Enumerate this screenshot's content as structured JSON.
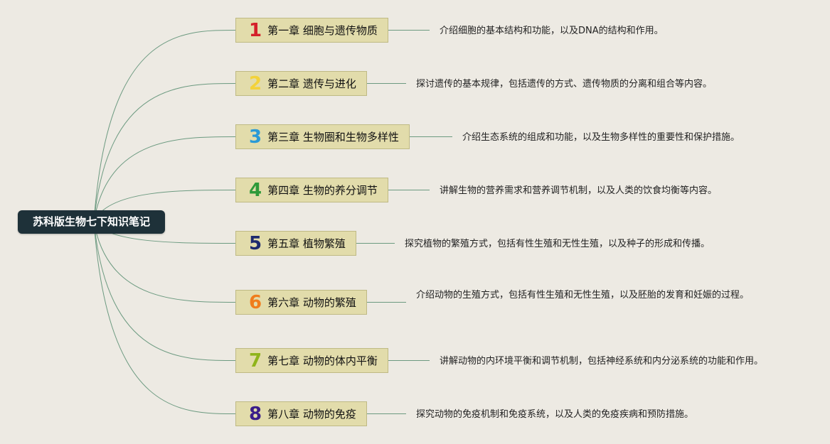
{
  "root": {
    "label": "苏科版生物七下知识笔记"
  },
  "chapters": [
    {
      "num": "1",
      "color": "#d4202a",
      "title": "第一章 细胞与遗传物质",
      "desc": "介绍细胞的基本结构和功能，以及DNA的结构和作用。"
    },
    {
      "num": "2",
      "color": "#f3d23a",
      "title": "第二章 遗传与进化",
      "desc": "探讨遗传的基本规律，包括遗传的方式、遗传物质的分离和组合等内容。"
    },
    {
      "num": "3",
      "color": "#2b9ad6",
      "title": "第三章 生物圈和生物多样性",
      "desc": "介绍生态系统的组成和功能，以及生物多样性的重要性和保护措施。"
    },
    {
      "num": "4",
      "color": "#2e9a3a",
      "title": "第四章 生物的养分调节",
      "desc": "讲解生物的营养需求和营养调节机制，以及人类的饮食均衡等内容。"
    },
    {
      "num": "5",
      "color": "#1d2a6e",
      "title": "第五章 植物繁殖",
      "desc": "探究植物的繁殖方式，包括有性生殖和无性生殖，以及种子的形成和传播。"
    },
    {
      "num": "6",
      "color": "#f07d1c",
      "title": "第六章 动物的繁殖",
      "desc": "介绍动物的生殖方式，包括有性生殖和无性生殖，以及胚胎的发育和妊娠的过程。"
    },
    {
      "num": "7",
      "color": "#8fb41b",
      "title": "第七章 动物的体内平衡",
      "desc": "讲解动物的内环境平衡和调节机制，包括神经系统和内分泌系统的功能和作用。"
    },
    {
      "num": "8",
      "color": "#3a1d8a",
      "title": "第八章 动物的免疫",
      "desc": "探究动物的免疫机制和免疫系统，以及人类的免疫疾病和预防措施。"
    }
  ]
}
